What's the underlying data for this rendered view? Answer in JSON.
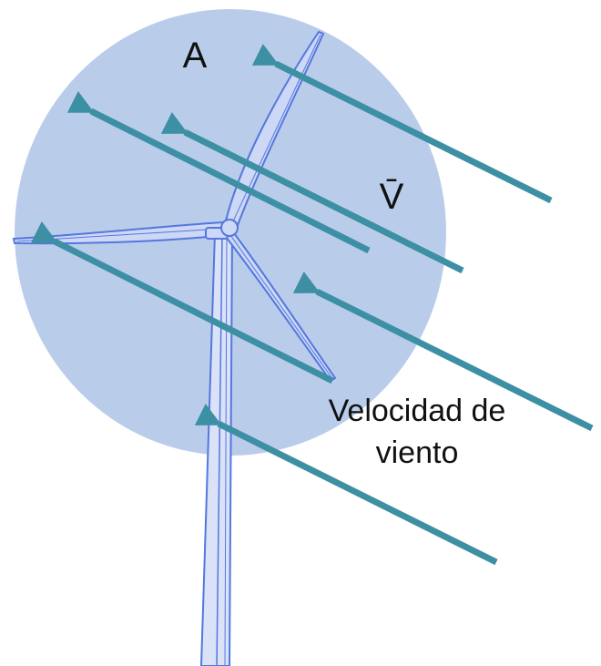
{
  "labels": {
    "area": "A",
    "velocity_symbol": "V̄",
    "wind_line1": "Velocidad de",
    "wind_line2": "viento"
  },
  "colors": {
    "swept_area_fill": "#b9cdeb",
    "arrow": "#3d8fa3",
    "turbine_line": "#5577dd",
    "turbine_fill": "#ccd8f5",
    "text": "#111111"
  }
}
